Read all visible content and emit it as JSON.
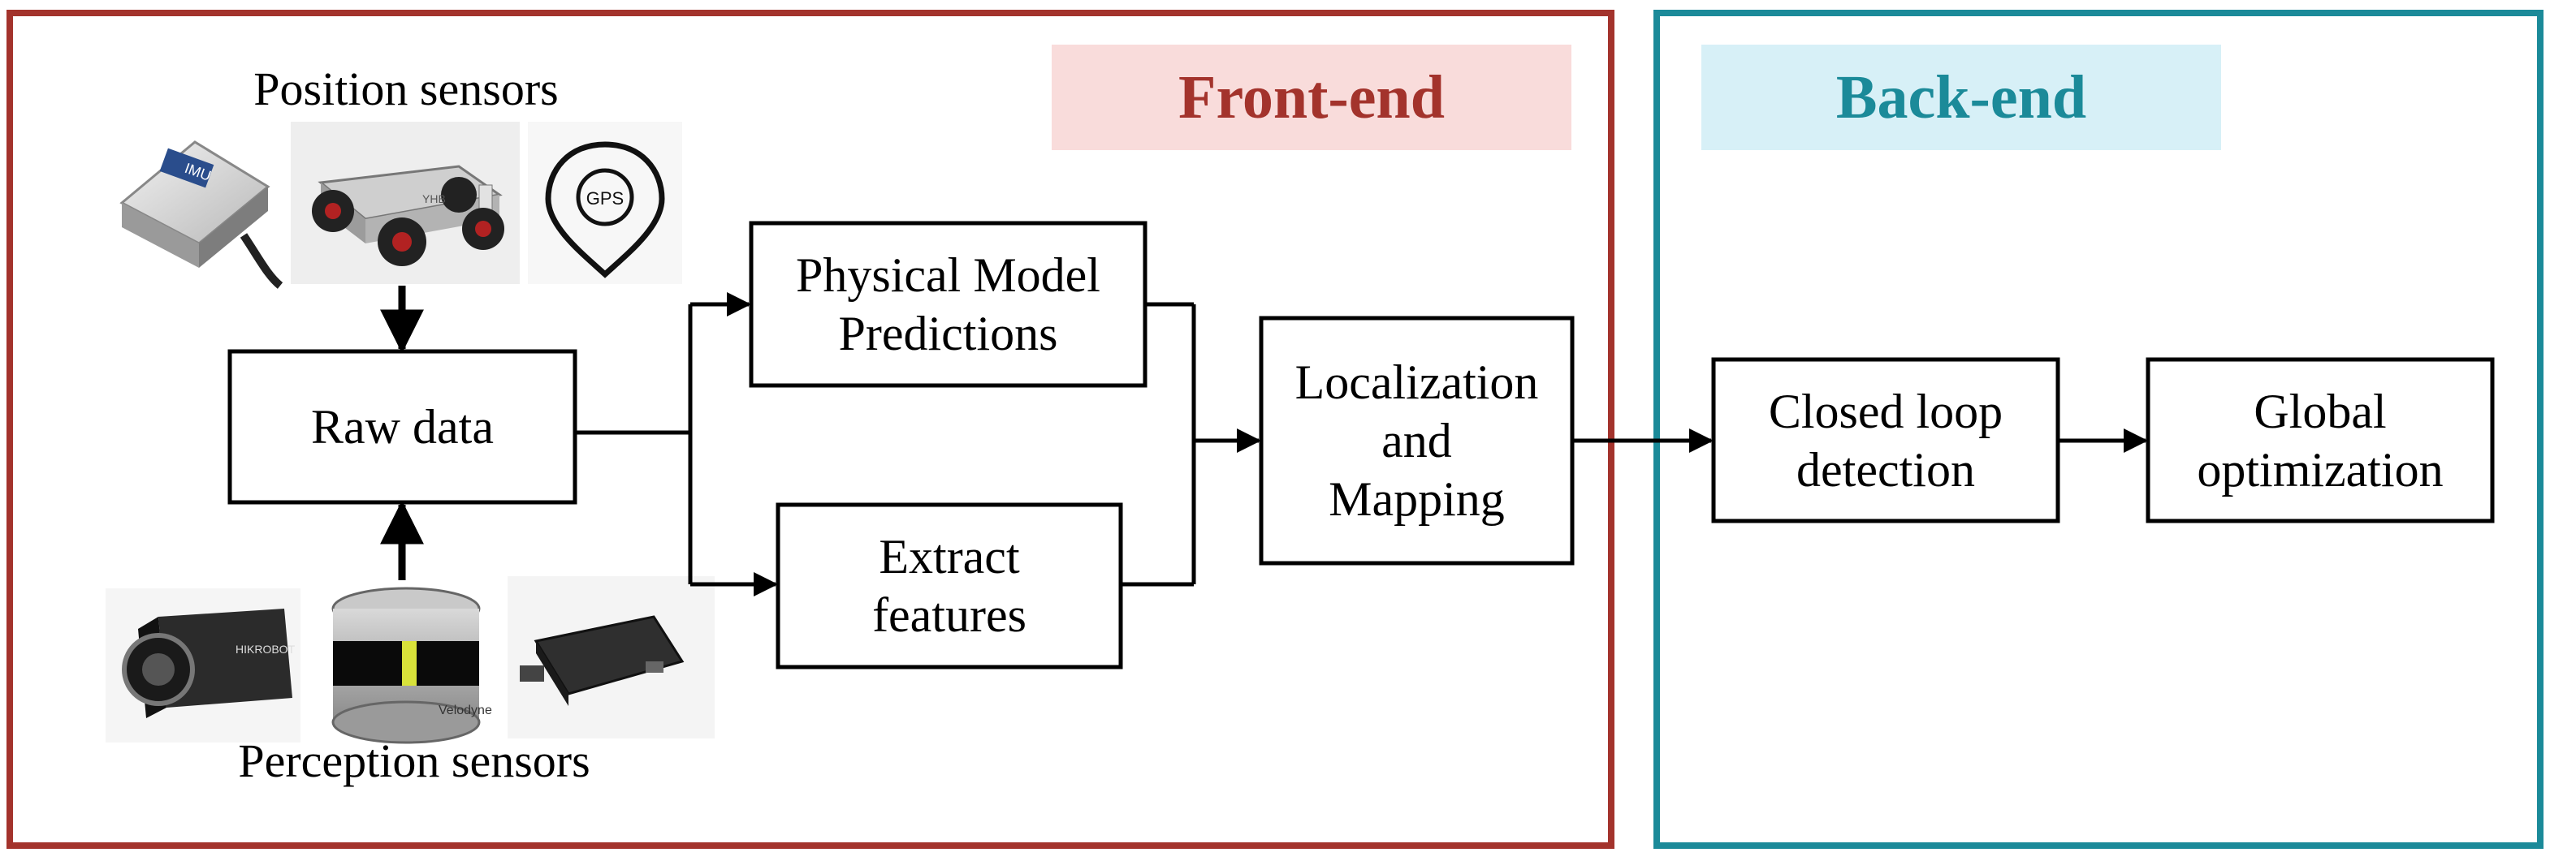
{
  "sections": {
    "front_end": {
      "label": "Front-end",
      "border_color": "#a3332c",
      "label_color": "#a3332c",
      "label_bg": "#f9dcdb"
    },
    "back_end": {
      "label": "Back-end",
      "border_color": "#1b8a99",
      "label_color": "#1b8a99",
      "label_bg": "#d7f0f7"
    }
  },
  "sensor_groups": {
    "position": {
      "label": "Position sensors",
      "images": [
        {
          "icon": "imu-sensor-icon",
          "text": "IMU"
        },
        {
          "icon": "wheeled-robot-icon",
          "text": "YHB"
        },
        {
          "icon": "gps-pin-icon",
          "text": "GPS"
        }
      ]
    },
    "perception": {
      "label": "Perception sensors",
      "images": [
        {
          "icon": "camera-icon",
          "text": "HIKROBOT"
        },
        {
          "icon": "lidar-icon",
          "text": "Velodyne"
        },
        {
          "icon": "radar-module-icon",
          "text": ""
        }
      ]
    }
  },
  "nodes": {
    "raw_data": "Raw data",
    "physical_model": "Physical Model\nPredictions",
    "extract_features": "Extract\nfeatures",
    "localization": "Localization\nand\nMapping",
    "closed_loop": "Closed loop\ndetection",
    "global_opt": "Global\noptimization"
  }
}
